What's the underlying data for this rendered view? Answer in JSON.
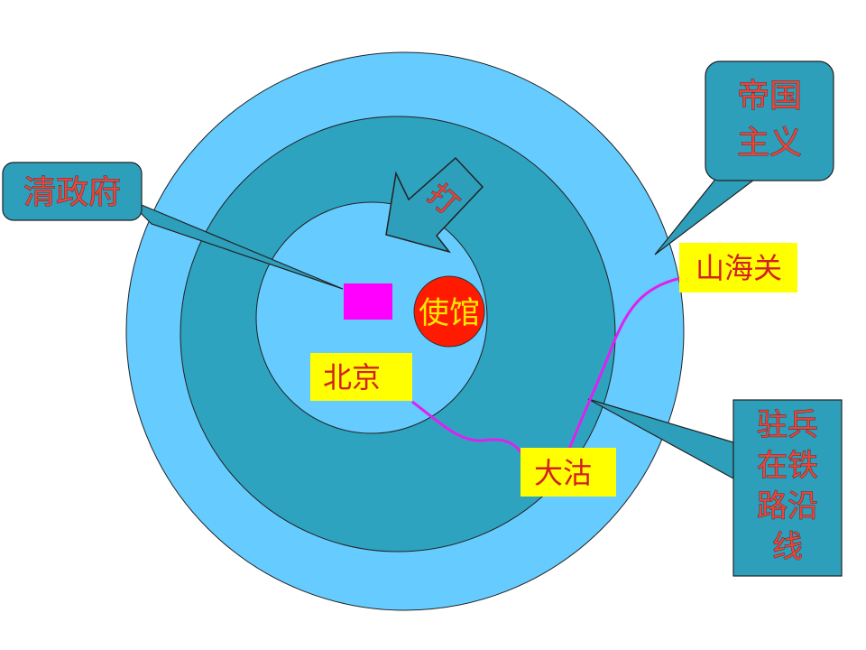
{
  "callouts": {
    "qing_government": "清政府",
    "imperialism_line1": "帝国",
    "imperialism_line2": "主义",
    "troops_line1": "驻兵",
    "troops_line2": "在铁",
    "troops_line3": "路沿",
    "troops_line4": "线"
  },
  "places": {
    "beijing": "北京",
    "dagu": "大沽",
    "shanhaiguan": "山海关"
  },
  "embassy": "使馆",
  "attack_arrow": "打",
  "colors": {
    "outer_ring": "#66ccff",
    "middle_ring": "#2ea3bf",
    "inner_circle": "#66ccff",
    "callout_box": "#2e9fba",
    "place_label_bg": "#ffff00",
    "embassy_fill": "#ff1a00",
    "government_square": "#ff00ff",
    "railway": "#dd22ee",
    "text_red": "#e8453c"
  }
}
